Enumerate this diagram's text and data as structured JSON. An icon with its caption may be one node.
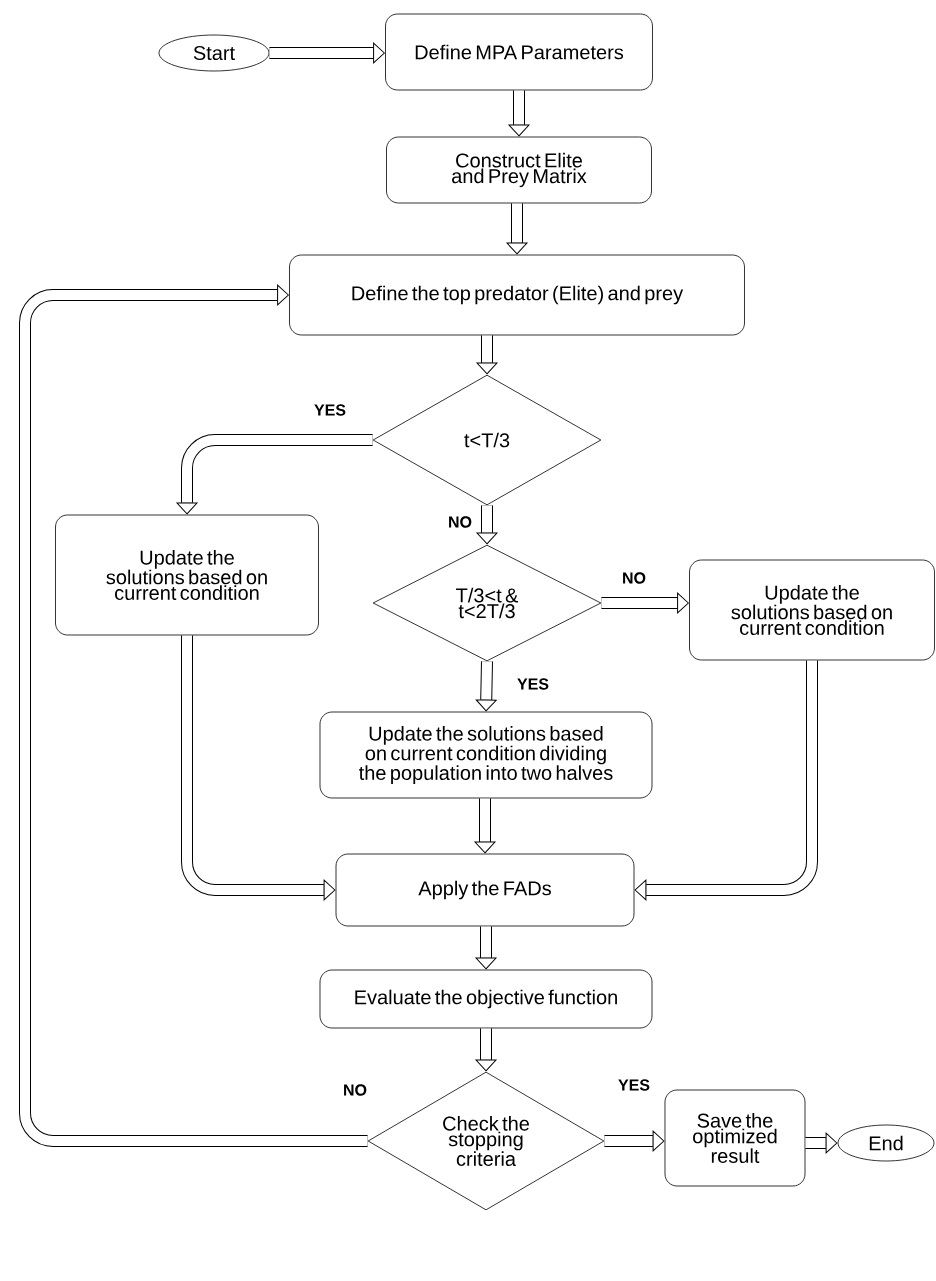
{
  "diagram": {
    "nodes": [
      {
        "text": [
          "Start"
        ]
      },
      {
        "text": [
          "Define MPA Parameters"
        ]
      },
      {
        "text": [
          "Construct Elite and Prey Matrix"
        ]
      },
      {
        "text": [
          "Define the top predator (Elite) and prey"
        ]
      },
      {
        "text": [
          "t<T/3"
        ]
      },
      {
        "text": [
          "Update the solutions based on current condition"
        ]
      },
      {
        "text": [
          "T/3<t & t<2T/3"
        ]
      },
      {
        "text": [
          "Update the solutions based on current condition"
        ]
      },
      {
        "text": [
          "Update the solutions based on current condition dividing the population into two halves"
        ]
      },
      {
        "text": [
          "Apply the FADs"
        ]
      },
      {
        "text": [
          "Evaluate the objective function"
        ]
      },
      {
        "text": [
          "Check the stopping criteria"
        ]
      },
      {
        "text": [
          "Save the optimized result"
        ]
      },
      {
        "text": [
          "End"
        ]
      }
    ],
    "edges": [
      {
        "from": 0,
        "to": 1,
        "arrow": "to"
      },
      {
        "from": 1,
        "to": 2,
        "arrow": "to"
      },
      {
        "from": 2,
        "to": 3,
        "arrow": "to"
      },
      {
        "from": 3,
        "to": 4,
        "arrow": "to"
      },
      {
        "from": 4,
        "to": 5,
        "arrow": "to",
        "label": "YES"
      },
      {
        "from": 4,
        "to": 6,
        "arrow": "to",
        "label": "NO"
      },
      {
        "from": 6,
        "to": 7,
        "arrow": "to",
        "label": "NO"
      },
      {
        "from": 6,
        "to": 8,
        "arrow": "to",
        "label": "YES"
      },
      {
        "from": 5,
        "to": 9,
        "arrow": "to"
      },
      {
        "from": 8,
        "to": 9,
        "arrow": "to"
      },
      {
        "from": 7,
        "to": 9,
        "arrow": "to"
      },
      {
        "from": 9,
        "to": 10,
        "arrow": "to"
      },
      {
        "from": 10,
        "to": 11,
        "arrow": "to"
      },
      {
        "from": 11,
        "to": 3,
        "arrow": "to",
        "label": "NO"
      },
      {
        "from": 11,
        "to": 12,
        "arrow": "to",
        "label": "YES"
      },
      {
        "from": 12,
        "to": 13,
        "arrow": "to"
      }
    ]
  }
}
